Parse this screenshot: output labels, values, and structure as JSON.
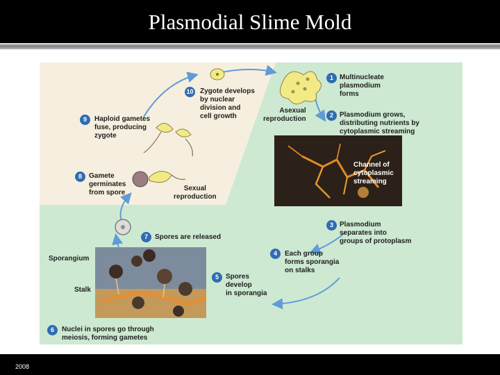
{
  "slide": {
    "title": "Plasmodial Slime Mold",
    "footer_year": "2008"
  },
  "diagram": {
    "steps": [
      {
        "num": "1",
        "text": "Multinucleate\nplasmodium\nforms"
      },
      {
        "num": "2",
        "text": "Plasmodium grows,\ndistributing nutrients by\ncytoplasmic streaming"
      },
      {
        "num": "3",
        "text": "Plasmodium\nseparates into\ngroups of protoplasm"
      },
      {
        "num": "4",
        "text": "Each group\nforms sporangia\non stalks"
      },
      {
        "num": "5",
        "text": "Spores\ndevelop\nin sporangia"
      },
      {
        "num": "6",
        "text": "Nuclei in spores go through\nmeiosis, forming gametes"
      },
      {
        "num": "7",
        "text": "Spores are released"
      },
      {
        "num": "8",
        "text": "Gamete\ngerminates\nfrom spore"
      },
      {
        "num": "9",
        "text": "Haploid gametes\nfuse, producing\nzygote"
      },
      {
        "num": "10",
        "text": "Zygote develops\nby nuclear\ndivision and\ncell growth"
      }
    ],
    "labels": {
      "asexual": "Asexual\nreproduction",
      "sexual": "Sexual\nreproduction",
      "channel": "Channel of\ncytoplasmic\nstreaming",
      "sporangium": "Sporangium",
      "stalk": "Stalk"
    },
    "colors": {
      "sexual_region": "#f6efdf",
      "asexual_region": "#cde9d1",
      "badge": "#2f6cb3",
      "arrow": "#5f9bd6",
      "cell_yellow": "#f2ea86"
    }
  }
}
